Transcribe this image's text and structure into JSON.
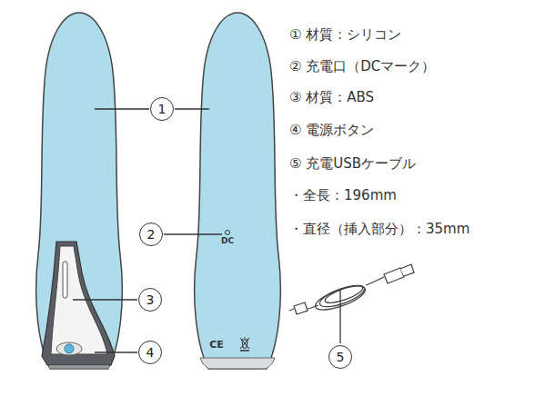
{
  "diagram": {
    "nodes": [
      {
        "text": [
          "1"
        ]
      },
      {
        "text": [
          "2"
        ]
      },
      {
        "text": [
          "3"
        ]
      },
      {
        "text": [
          "4"
        ]
      },
      {
        "text": [
          "5"
        ]
      }
    ],
    "labels": [
      "① 材質：シリコン",
      "② 充電口（DCマーク）",
      "③ 材質：ABS",
      "④ 電源ボタン",
      "⑤ 充電USBケーブル",
      "・全長：196mm",
      "・直径（挿入部分）：35mm",
      "DC",
      "CE"
    ]
  }
}
